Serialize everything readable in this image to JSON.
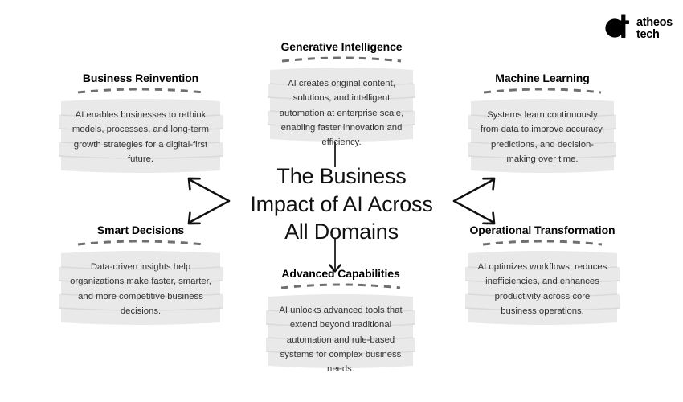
{
  "brand": {
    "name_line1": "atheos",
    "name_line2": "tech",
    "mark_icon": "atheos-at-monogram-icon",
    "color": "#000000"
  },
  "center": {
    "title": "The Business Impact of AI Across All Domains",
    "title_line1": "The Business",
    "title_line2": "Impact of AI Across",
    "title_line3": "All Domains"
  },
  "theme": {
    "background": "#ffffff",
    "card_fill": "#e9e9e9",
    "card_band_line": "#d8d8d8",
    "heading_color": "#000000",
    "body_color": "#333333",
    "rule_color": "#6f6f6f",
    "arrow_color": "#111111"
  },
  "nodes": [
    {
      "id": "business-reinvention",
      "heading": "Business Reinvention",
      "body": "AI enables businesses to rethink models, processes, and long-term growth strategies for a digital-first future.",
      "position": "top-left"
    },
    {
      "id": "generative-intelligence",
      "heading": "Generative Intelligence",
      "body": "AI creates original content, solutions, and intelligent automation at enterprise scale, enabling faster innovation and efficiency.",
      "position": "top-center"
    },
    {
      "id": "machine-learning",
      "heading": "Machine Learning",
      "body": "Systems learn continuously from data to improve accuracy, predictions, and decision-making over time.",
      "position": "top-right"
    },
    {
      "id": "smart-decisions",
      "heading": "Smart Decisions",
      "body": "Data-driven insights help organizations make faster, smarter, and more competitive business decisions.",
      "position": "bottom-left"
    },
    {
      "id": "advanced-capabilities",
      "heading": "Advanced Capabilities",
      "body": "AI unlocks advanced tools that extend beyond traditional automation and rule-based systems for complex business needs.",
      "position": "bottom-center"
    },
    {
      "id": "operational-transformation",
      "heading": "Operational Transformation",
      "body": "AI optimizes workflows, reduces inefficiencies, and enhances productivity across core business operations.",
      "position": "bottom-right"
    }
  ],
  "connectors": [
    {
      "id": "arrow-up",
      "icon": "arrow-up-icon",
      "direction": "up"
    },
    {
      "id": "arrow-down",
      "icon": "arrow-down-icon",
      "direction": "down"
    },
    {
      "id": "arrow-left-pair",
      "icon": "double-arrow-left-icon",
      "direction": "left-upper-and-lower"
    },
    {
      "id": "arrow-right-pair",
      "icon": "double-arrow-right-icon",
      "direction": "right-upper-and-lower"
    }
  ]
}
